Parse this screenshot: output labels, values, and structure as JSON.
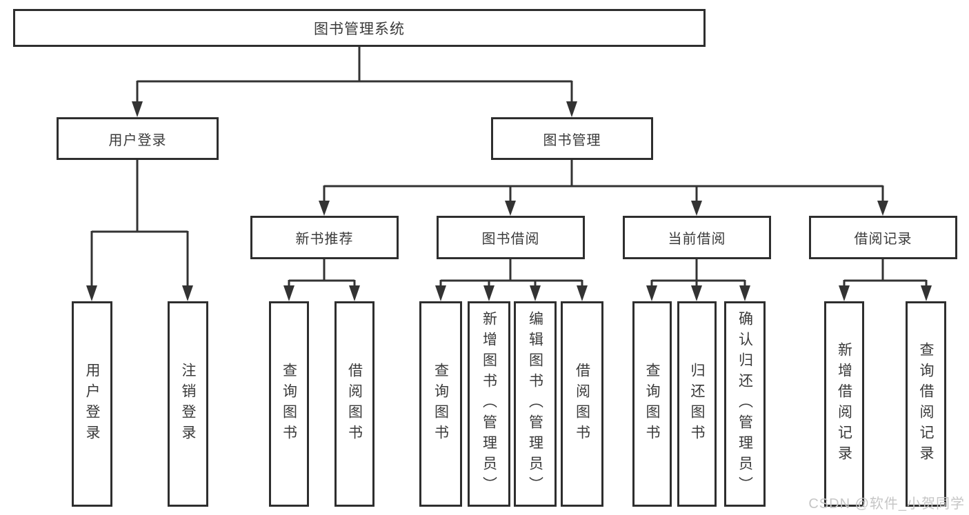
{
  "diagram": {
    "root": {
      "label": "图书管理系统"
    },
    "level2": {
      "user_login": {
        "label": "用户登录"
      },
      "book_mgmt": {
        "label": "图书管理"
      }
    },
    "level3": {
      "new_book": {
        "label": "新书推荐"
      },
      "borrow": {
        "label": "图书借阅"
      },
      "current": {
        "label": "当前借阅"
      },
      "records": {
        "label": "借阅记录"
      }
    },
    "leaves": {
      "user_login": [
        "用户登录",
        "注销登录"
      ],
      "new_book": [
        "查询图书",
        "借阅图书"
      ],
      "borrow": [
        "查询图书",
        "新增图书（管理员）",
        "编辑图书（管理员）",
        "借阅图书"
      ],
      "current": [
        "查询图书",
        "归还图书",
        "确认归还（管理员）"
      ],
      "records": [
        "新增借阅记录",
        "查询借阅记录"
      ]
    },
    "colors": {
      "line": "#333333",
      "box_border": "#2e2e2e",
      "text": "#3a3a3a",
      "watermark": "#c6c6c6",
      "background": "#ffffff"
    }
  },
  "watermark": {
    "text": "CSDN @软件_小贺同学"
  }
}
